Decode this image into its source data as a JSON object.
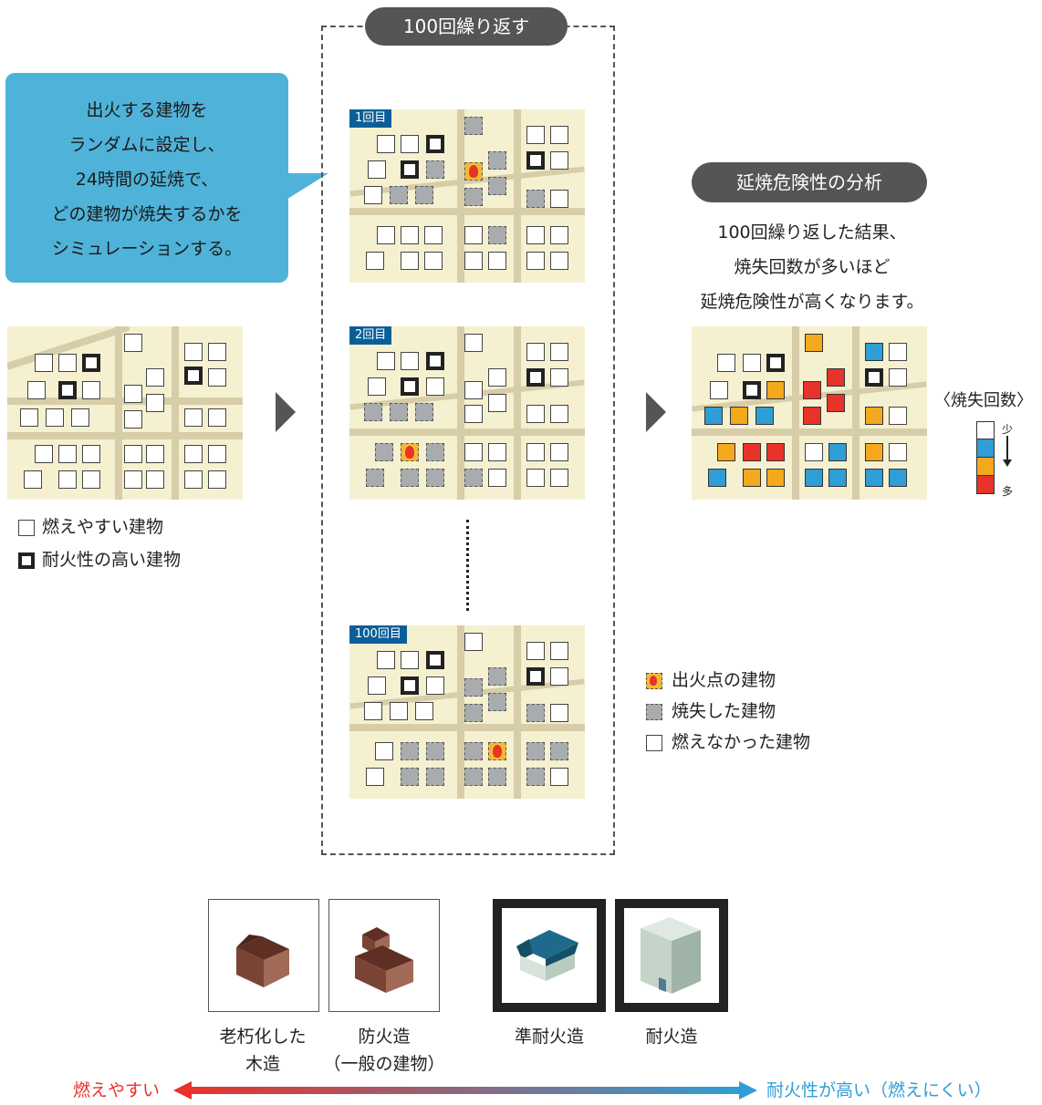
{
  "callout": {
    "line1": "出火する建物を",
    "line2": "ランダムに設定し、",
    "line3": "24時間の延焼で、",
    "line4": "どの建物が焼失するかを",
    "line5": "シミュレーションする。"
  },
  "repeat_pill": "100回繰り返す",
  "analysis_pill": "延焼危険性の分析",
  "analysis_text": {
    "line1": "100回繰り返した結果、",
    "line2": "焼失回数が多いほど",
    "line3": "延焼危険性が高くなります。"
  },
  "iterations": [
    "1回目",
    "2回目",
    "100回目"
  ],
  "left_legend": {
    "flammable": "燃えやすい建物",
    "fireproof": "耐火性の高い建物"
  },
  "right_legend": {
    "ignition": "出火点の建物",
    "burnt": "焼失した建物",
    "unburnt": "燃えなかった建物"
  },
  "count_legend": {
    "title": "〈焼失回数〉",
    "low": "少",
    "high": "多",
    "colors": [
      "#ffffff",
      "#2f9ed6",
      "#f4a81d",
      "#e8332a"
    ]
  },
  "building_types": [
    {
      "label_line1": "老朽化した",
      "label_line2": "木造"
    },
    {
      "label_line1": "防火造",
      "label_line2": "（一般の建物）"
    },
    {
      "label_line1": "準耐火造",
      "label_line2": ""
    },
    {
      "label_line1": "耐火造",
      "label_line2": ""
    }
  ],
  "scale": {
    "left": "燃えやすい",
    "right": "耐火性が高い（燃えにくい）",
    "left_color": "#e8332a",
    "right_color": "#2f9ed6"
  }
}
